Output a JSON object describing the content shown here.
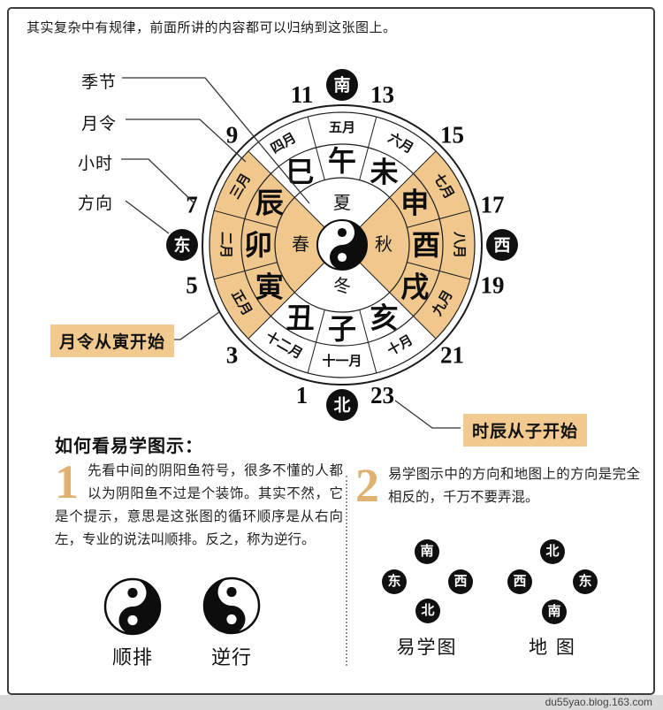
{
  "intro": "其实复杂中有规律，前面所讲的内容都可以归纳到这张图上。",
  "wheel": {
    "center_symbol": "taiji-yinyang",
    "highlight_color": "#f0c88e",
    "directions": [
      {
        "label": "南",
        "angle": 0
      },
      {
        "label": "西",
        "angle": 90
      },
      {
        "label": "北",
        "angle": 180
      },
      {
        "label": "东",
        "angle": 270
      }
    ],
    "hours": [
      {
        "label": "11",
        "angle": -15
      },
      {
        "label": "13",
        "angle": 15
      },
      {
        "label": "9",
        "angle": -45
      },
      {
        "label": "15",
        "angle": 45
      },
      {
        "label": "7",
        "angle": -75
      },
      {
        "label": "17",
        "angle": 75
      },
      {
        "label": "5",
        "angle": -105
      },
      {
        "label": "19",
        "angle": 105
      },
      {
        "label": "3",
        "angle": -135
      },
      {
        "label": "21",
        "angle": 135
      },
      {
        "label": "1",
        "angle": -165
      },
      {
        "label": "23",
        "angle": 165
      }
    ],
    "branches": [
      {
        "label": "午",
        "angle": 0,
        "highlight": false
      },
      {
        "label": "未",
        "angle": 30,
        "highlight": false
      },
      {
        "label": "申",
        "angle": 60,
        "highlight": true
      },
      {
        "label": "酉",
        "angle": 90,
        "highlight": true
      },
      {
        "label": "戌",
        "angle": 120,
        "highlight": true
      },
      {
        "label": "亥",
        "angle": 150,
        "highlight": false
      },
      {
        "label": "子",
        "angle": 180,
        "highlight": false
      },
      {
        "label": "丑",
        "angle": 210,
        "highlight": false
      },
      {
        "label": "寅",
        "angle": 240,
        "highlight": true
      },
      {
        "label": "卯",
        "angle": 270,
        "highlight": true
      },
      {
        "label": "辰",
        "angle": 300,
        "highlight": true
      },
      {
        "label": "巳",
        "angle": 330,
        "highlight": false
      }
    ],
    "months": [
      {
        "label": "五月",
        "angle": 0,
        "highlight": false
      },
      {
        "label": "六月",
        "angle": 30,
        "highlight": false
      },
      {
        "label": "七月",
        "angle": 60,
        "highlight": true
      },
      {
        "label": "八月",
        "angle": 90,
        "highlight": true
      },
      {
        "label": "九月",
        "angle": 120,
        "highlight": true
      },
      {
        "label": "十月",
        "angle": 150,
        "highlight": false
      },
      {
        "label": "十一月",
        "angle": 180,
        "highlight": false
      },
      {
        "label": "十二月",
        "angle": 210,
        "highlight": false
      },
      {
        "label": "正月",
        "angle": 240,
        "highlight": true
      },
      {
        "label": "二月",
        "angle": 270,
        "highlight": true
      },
      {
        "label": "三月",
        "angle": 300,
        "highlight": true
      },
      {
        "label": "四月",
        "angle": 330,
        "highlight": false
      }
    ],
    "seasons": [
      {
        "label": "夏",
        "angle": 0,
        "highlight": false
      },
      {
        "label": "秋",
        "angle": 90,
        "highlight": true
      },
      {
        "label": "冬",
        "angle": 180,
        "highlight": false
      },
      {
        "label": "春",
        "angle": 270,
        "highlight": true
      }
    ]
  },
  "callouts": {
    "side_labels": [
      "季节",
      "月令",
      "小时",
      "方向"
    ],
    "month_start": "月令从寅开始",
    "hour_start": "时辰从子开始"
  },
  "guide": {
    "heading": "如何看易学图示：",
    "point1_num": "1",
    "point1_text": "先看中间的阴阳鱼符号，很多不懂的人都以为阴阳鱼不过是个装饰。其实不然，它是个提示，意思是这张图的循环顺序是从右向左，专业的说法叫顺排。反之，称为逆行。",
    "point2_num": "2",
    "point2_text": "易学图示中的方向和地图上的方向是完全相反的，千万不要弄混。",
    "taiji_labels": [
      "顺排",
      "逆行"
    ],
    "mini_maps": [
      {
        "title": "易学图",
        "top": "南",
        "left": "东",
        "right": "西",
        "bottom": "北"
      },
      {
        "title": "地 图",
        "top": "北",
        "left": "西",
        "right": "东",
        "bottom": "南"
      }
    ]
  },
  "watermark": "du55yao.blog.163.com"
}
